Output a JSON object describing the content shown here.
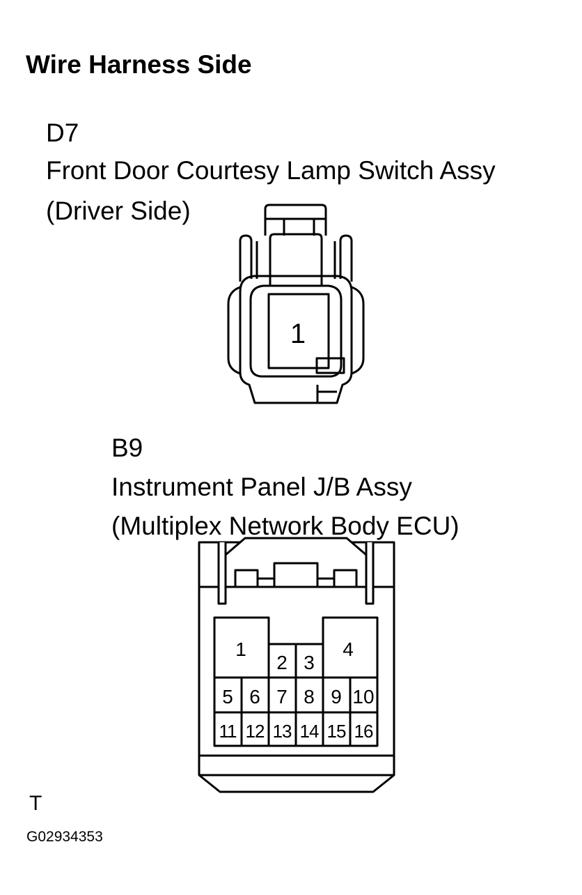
{
  "title": "Wire Harness Side",
  "connector_d7": {
    "code": "D7",
    "name": "Front Door Courtesy Lamp Switch Assy",
    "side": "(Driver Side)",
    "pins": [
      "1"
    ]
  },
  "connector_b9": {
    "code": "B9",
    "name": "Instrument Panel J/B Assy",
    "subtitle": "(Multiplex Network Body ECU)",
    "pins": [
      "1",
      "2",
      "3",
      "4",
      "5",
      "6",
      "7",
      "8",
      "9",
      "10",
      "11",
      "12",
      "13",
      "14",
      "15",
      "16"
    ]
  },
  "footer_mark": "T",
  "figure_id": "G02934353"
}
